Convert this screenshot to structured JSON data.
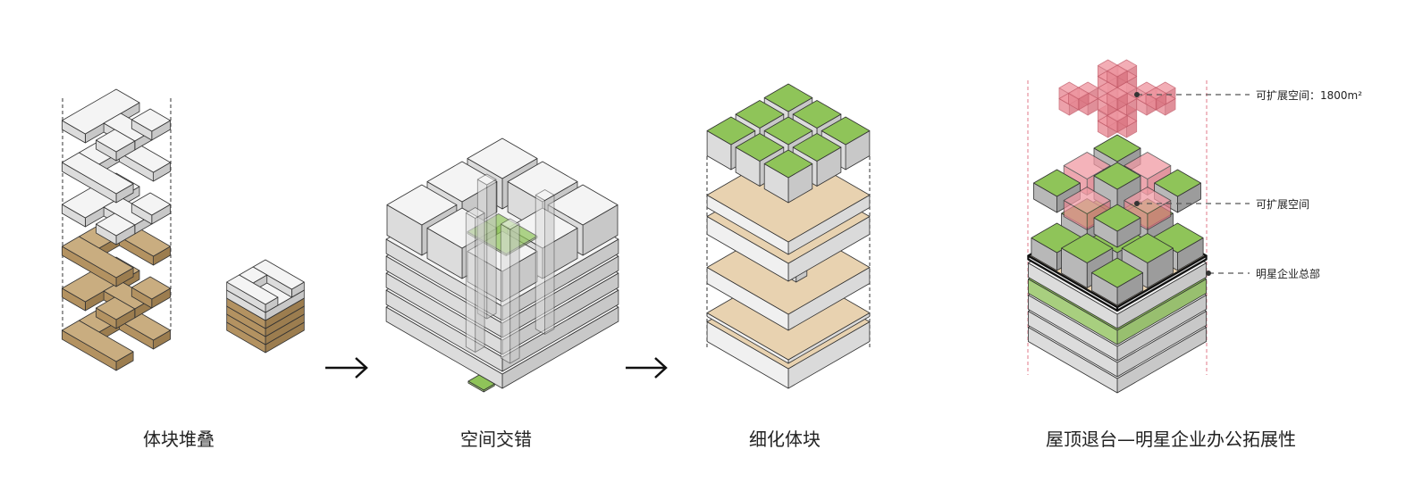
{
  "panels": [
    {
      "title": "体块堆叠"
    },
    {
      "title": "空间交错"
    },
    {
      "title": "细化体块"
    },
    {
      "title": "屋顶退台—明星企业办公拓展性"
    }
  ],
  "callouts": [
    {
      "text": "可扩展空间：1800m²"
    },
    {
      "text": "可扩展空间"
    },
    {
      "text": "明星企业总部"
    }
  ],
  "colors": {
    "white_block": "#f2f2f2",
    "wood_block": "#c9ad80",
    "green_roof": "#8fc459",
    "pink_expansion": "#f19aa4",
    "outline": "#111111"
  },
  "icons": [
    "arrow-right-icon",
    "arrow-right-icon"
  ]
}
